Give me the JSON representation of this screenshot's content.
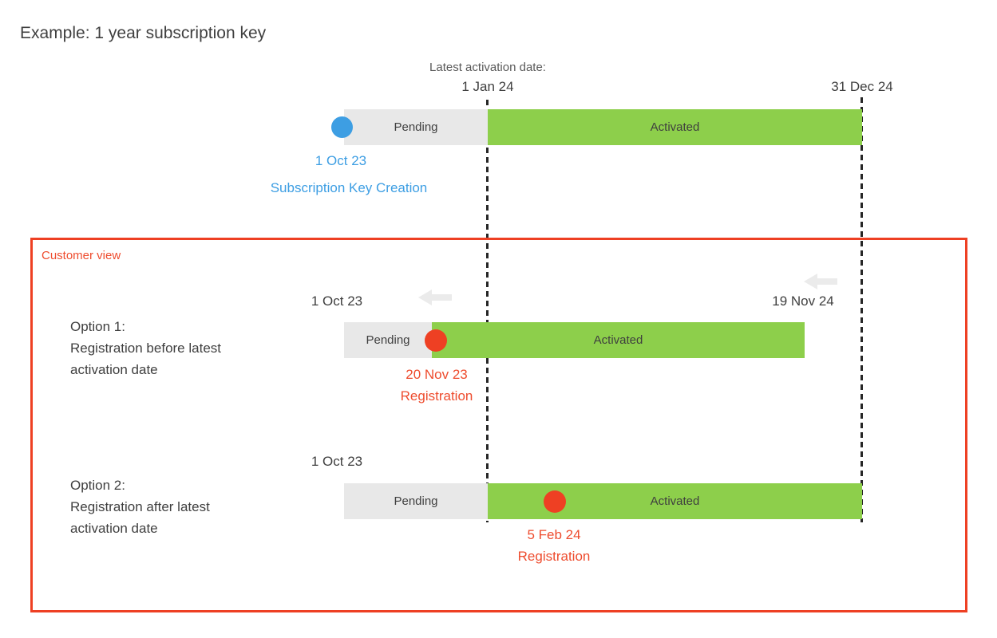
{
  "title": "Example: 1 year subscription key",
  "colors": {
    "accent_blue": "#3d9ee3",
    "accent_green": "#8dcf4b",
    "accent_red": "#ee4023",
    "red_text": "#ee4c2e",
    "bar_gray": "#e8e8e8",
    "text_dark": "#3f3f3f",
    "arrow_gray": "#ebebeb"
  },
  "timeline_header": {
    "latest_activation_label": "Latest activation date:",
    "latest_activation_date": "1 Jan 24",
    "expiry_date": "31 Dec 24"
  },
  "key_creation": {
    "pending_label": "Pending",
    "activated_label": "Activated",
    "date": "1 Oct 23",
    "caption": "Subscription Key Creation"
  },
  "customer_view": {
    "title": "Customer view",
    "options": [
      {
        "name": "Option 1:",
        "description_line1": "Registration before latest",
        "description_line2": "activation date",
        "start_date": "1 Oct 23",
        "end_date": "19 Nov 24",
        "pending_label": "Pending",
        "activated_label": "Activated",
        "registration_date": "20 Nov 23",
        "registration_label": "Registration"
      },
      {
        "name": "Option 2:",
        "description_line1": "Registration after latest",
        "description_line2": "activation date",
        "start_date": "1 Oct 23",
        "pending_label": "Pending",
        "activated_label": "Activated",
        "registration_date": "5 Feb 24",
        "registration_label": "Registration"
      }
    ]
  }
}
